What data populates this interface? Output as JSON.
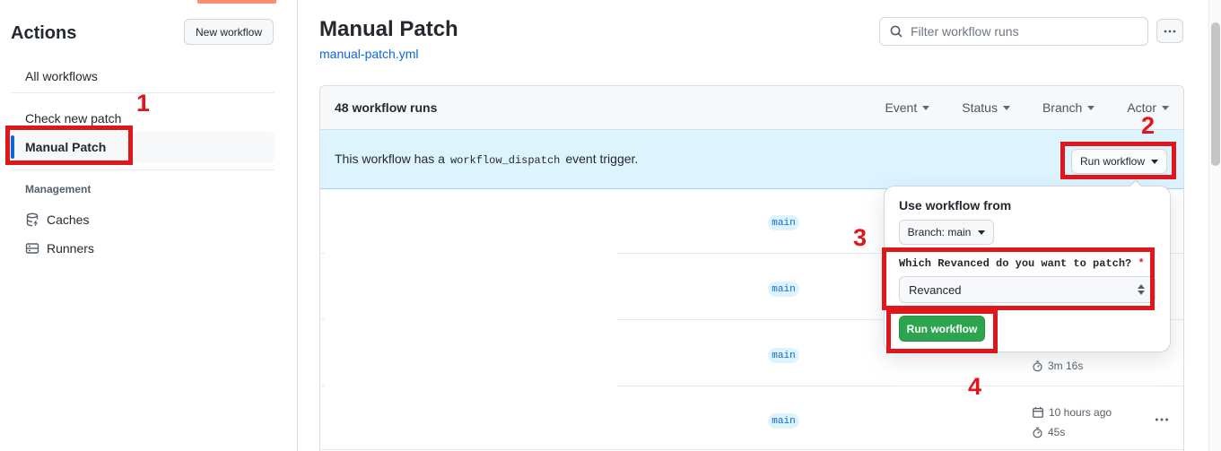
{
  "sidebar": {
    "title": "Actions",
    "new_workflow_button": "New workflow",
    "items": [
      {
        "label": "All workflows"
      },
      {
        "label": "Check new patch"
      },
      {
        "label": "Manual Patch"
      }
    ],
    "management": {
      "label": "Management",
      "items": [
        {
          "label": "Caches",
          "icon": "database-icon"
        },
        {
          "label": "Runners",
          "icon": "server-icon"
        }
      ]
    }
  },
  "header": {
    "title": "Manual Patch",
    "file_link": "manual-patch.yml",
    "search_placeholder": "Filter workflow runs"
  },
  "runs": {
    "count_label": "48 workflow runs",
    "filters": [
      {
        "label": "Event"
      },
      {
        "label": "Status"
      },
      {
        "label": "Branch"
      },
      {
        "label": "Actor"
      }
    ],
    "banner": {
      "text_before": "This workflow has a",
      "code": "workflow_dispatch",
      "text_after": "event trigger.",
      "run_workflow_button": "Run workflow"
    },
    "rows": [
      {
        "branch": "main"
      },
      {
        "branch": "main"
      },
      {
        "branch": "main",
        "duration": "3m 16s"
      },
      {
        "branch": "main",
        "time": "10 hours ago",
        "duration": "45s"
      }
    ]
  },
  "dropdown": {
    "use_workflow_from": "Use workflow from",
    "branch_button": "Branch: main",
    "input_label": "Which Revanced do you want to patch?",
    "required_mark": "*",
    "select_value": "Revanced",
    "run_button": "Run workflow"
  },
  "annotations": {
    "color": "#e0161d",
    "steps": [
      "1",
      "2",
      "3",
      "4"
    ]
  },
  "colors": {
    "accent_blue": "#0969da",
    "banner_blue": "#ddf4ff",
    "button_green": "#2da44e",
    "tab_underline_orange": "#fd8c73"
  }
}
